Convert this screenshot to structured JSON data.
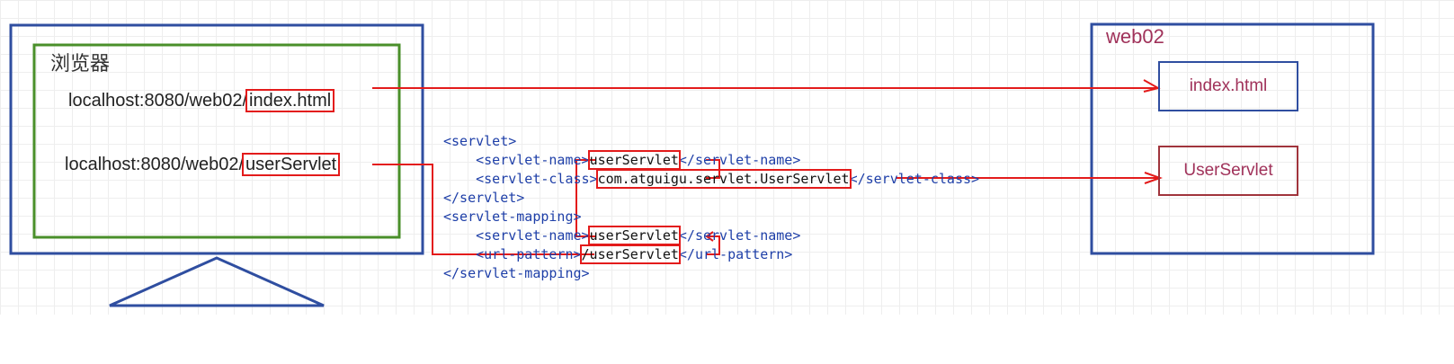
{
  "browser": {
    "title": "浏览器",
    "url1_prefix": "localhost:8080/web02/",
    "url1_path": "index.html",
    "url2_prefix": "localhost:8080/web02/",
    "url2_path": "userServlet"
  },
  "web": {
    "title": "web02",
    "index_label": "index.html",
    "servlet_label": "UserServlet"
  },
  "xml": {
    "servlet_open": "<servlet>",
    "servlet_name_open": "<servlet-name>",
    "servlet_name_value": "userServlet",
    "servlet_name_close": "</servlet-name>",
    "servlet_class_open": "<servlet-class>",
    "servlet_class_value": "com.atguigu.servlet.UserServlet",
    "servlet_class_close": "</servlet-class>",
    "servlet_close": "</servlet>",
    "mapping_open": "<servlet-mapping>",
    "mapping_name_open": "<servlet-name>",
    "mapping_name_value": "userServlet",
    "mapping_name_close": "</servlet-name>",
    "url_pattern_open": "<url-pattern>",
    "url_pattern_value": "/userServlet",
    "url_pattern_close": "</url-pattern>",
    "mapping_close": "</servlet-mapping>"
  },
  "colors": {
    "browser_frame": "#2f4ea0",
    "browser_inner": "#4a8f2a",
    "arrow": "#e31b1b"
  }
}
